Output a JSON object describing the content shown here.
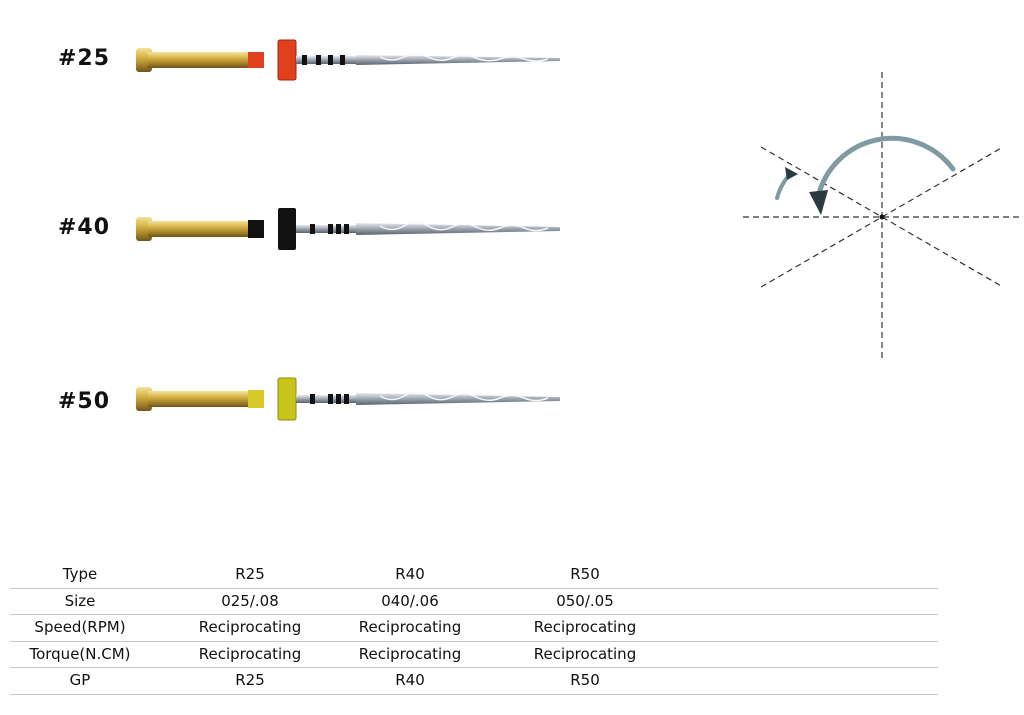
{
  "files": [
    {
      "label": "#25",
      "ring_color": "#e0401c"
    },
    {
      "label": "#40",
      "ring_color": "#111111"
    },
    {
      "label": "#50",
      "ring_color": "#c8c41a"
    }
  ],
  "handle_color": "#d9b64a",
  "table": {
    "rows": [
      {
        "header": "Type",
        "cells": [
          "R25",
          "R40",
          "R50"
        ]
      },
      {
        "header": "Size",
        "cells": [
          "025/.08",
          "040/.06",
          "050/.05"
        ]
      },
      {
        "header": "Speed(RPM)",
        "cells": [
          "Reciprocating",
          "Reciprocating",
          "Reciprocating"
        ]
      },
      {
        "header": "Torque(N.CM)",
        "cells": [
          "Reciprocating",
          "Reciprocating",
          "Reciprocating"
        ]
      },
      {
        "header": "GP",
        "cells": [
          "R25",
          "R40",
          "R50"
        ]
      }
    ]
  }
}
